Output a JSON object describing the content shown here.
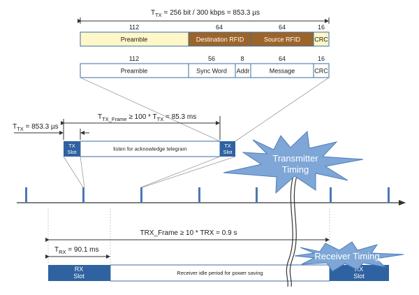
{
  "colors": {
    "preamble_fill": "#fff7c8",
    "rfid_fill": "#9c6428",
    "slot_fill": "#2f62a0",
    "frame_stroke": "#3a6ea5",
    "burst_fill": "#7ea6d6",
    "timeline_tick": "#4a78b4"
  },
  "top": {
    "ttx_total": {
      "main": "T",
      "sub": "TX",
      "rest": " = 256 bit / 300 kbps = 853.3 µs"
    },
    "frame1": {
      "bits": [
        "112",
        "64",
        "64",
        "16"
      ],
      "fields": [
        "Preamble",
        "Destination RFID",
        "Source RFID",
        "CRC"
      ]
    },
    "frame2": {
      "bits": [
        "112",
        "56",
        "8",
        "64",
        "16"
      ],
      "fields": [
        "Preamble",
        "Sync Word",
        "Addr",
        "Message",
        "CRC"
      ]
    }
  },
  "tx": {
    "ttx": {
      "main": "T",
      "sub": "TX",
      "rest": " = 853.3 µs"
    },
    "ttx_frame": {
      "main": "T",
      "sub": "TX_Frame",
      "rest1": " ≥ 100 * T",
      "sub2": "TX",
      "rest2": " = 85.3 ms"
    },
    "slot_line1": "TX",
    "slot_line2": "Slot",
    "listen": "listen for acknowledge telegram",
    "burst_label_line1": "Transmitter",
    "burst_label_line2": "Timing"
  },
  "rx": {
    "trx_frame": "TRX_Frame ≥ 10 * TRX = 0.9 s",
    "trx": {
      "main": "T",
      "sub": "RX",
      "rest": " = 90.1 ms"
    },
    "slot_line1": "RX",
    "slot_line2": "Slot",
    "idle": "Receiver idle period for power saving",
    "burst_label": "Receiver Timing"
  }
}
